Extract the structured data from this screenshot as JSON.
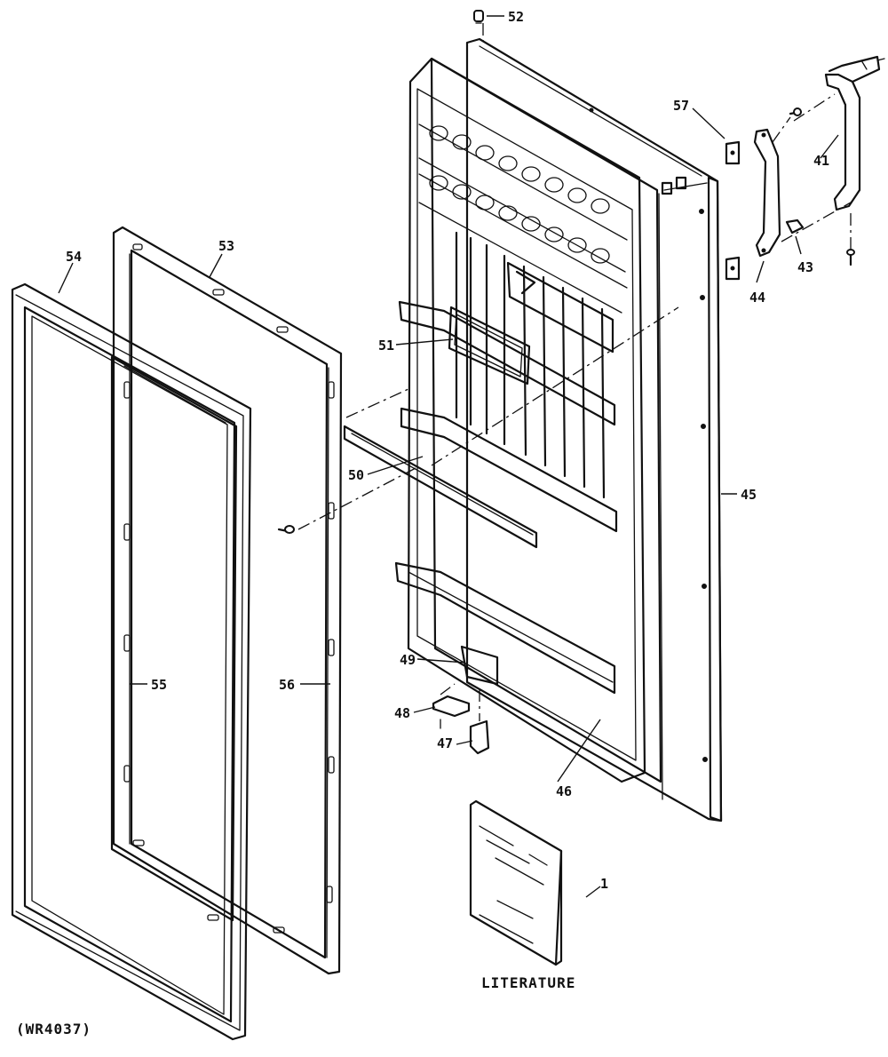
{
  "diagram_id": "(WR4037)",
  "literature_caption": "LITERATURE",
  "callouts": {
    "c1": "1",
    "c41": "41",
    "c43": "43",
    "c44": "44",
    "c45": "45",
    "c46": "46",
    "c47": "47",
    "c48": "48",
    "c49": "49",
    "c50": "50",
    "c51": "51",
    "c52": "52",
    "c53": "53",
    "c54": "54",
    "c55": "55",
    "c56": "56",
    "c57": "57"
  }
}
